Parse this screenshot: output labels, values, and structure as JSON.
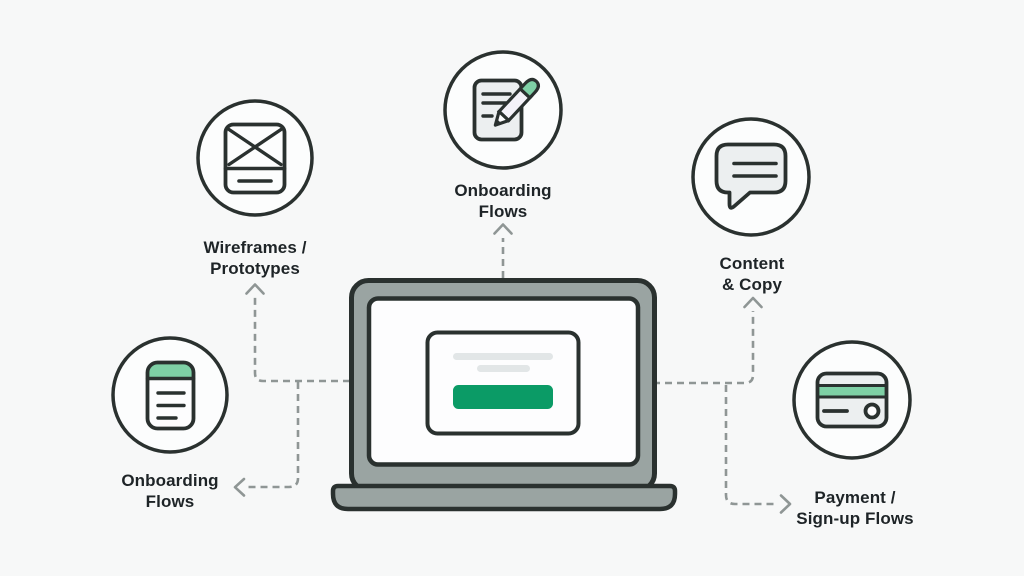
{
  "colors": {
    "background": "#f7f8f8",
    "outline": "#2a312f",
    "text": "#1e2427",
    "circle_fill": "#fcfdfd",
    "icon_fill": "#eceff0",
    "mint": "#7ed0a5",
    "green": "#0b9b66",
    "laptop_gray": "#9aa4a2",
    "bar_gray": "#e2e6e7",
    "connector_gray": "#8f9695"
  },
  "diagram": {
    "center_device": {
      "name": "laptop",
      "screen_contents": [
        "text-bar",
        "text-bar",
        "green-button"
      ]
    },
    "nodes": [
      {
        "id": "wireframes-prototypes",
        "icon": "wireframe-icon",
        "label_line1": "Wireframes /",
        "label_line2": "Prototypes"
      },
      {
        "id": "onboarding-flows-top",
        "icon": "document-pencil-icon",
        "label_line1": "Onboarding",
        "label_line2": "Flows"
      },
      {
        "id": "content-copy",
        "icon": "speech-bubble-icon",
        "label_line1": "Content",
        "label_line2": "& Copy"
      },
      {
        "id": "onboarding-flows-left",
        "icon": "notepad-icon",
        "label_line1": "Onboarding",
        "label_line2": "Flows"
      },
      {
        "id": "payment-signup-flows",
        "icon": "credit-card-icon",
        "label_line1": "Payment /",
        "label_line2": "Sign-up Flows"
      }
    ]
  }
}
